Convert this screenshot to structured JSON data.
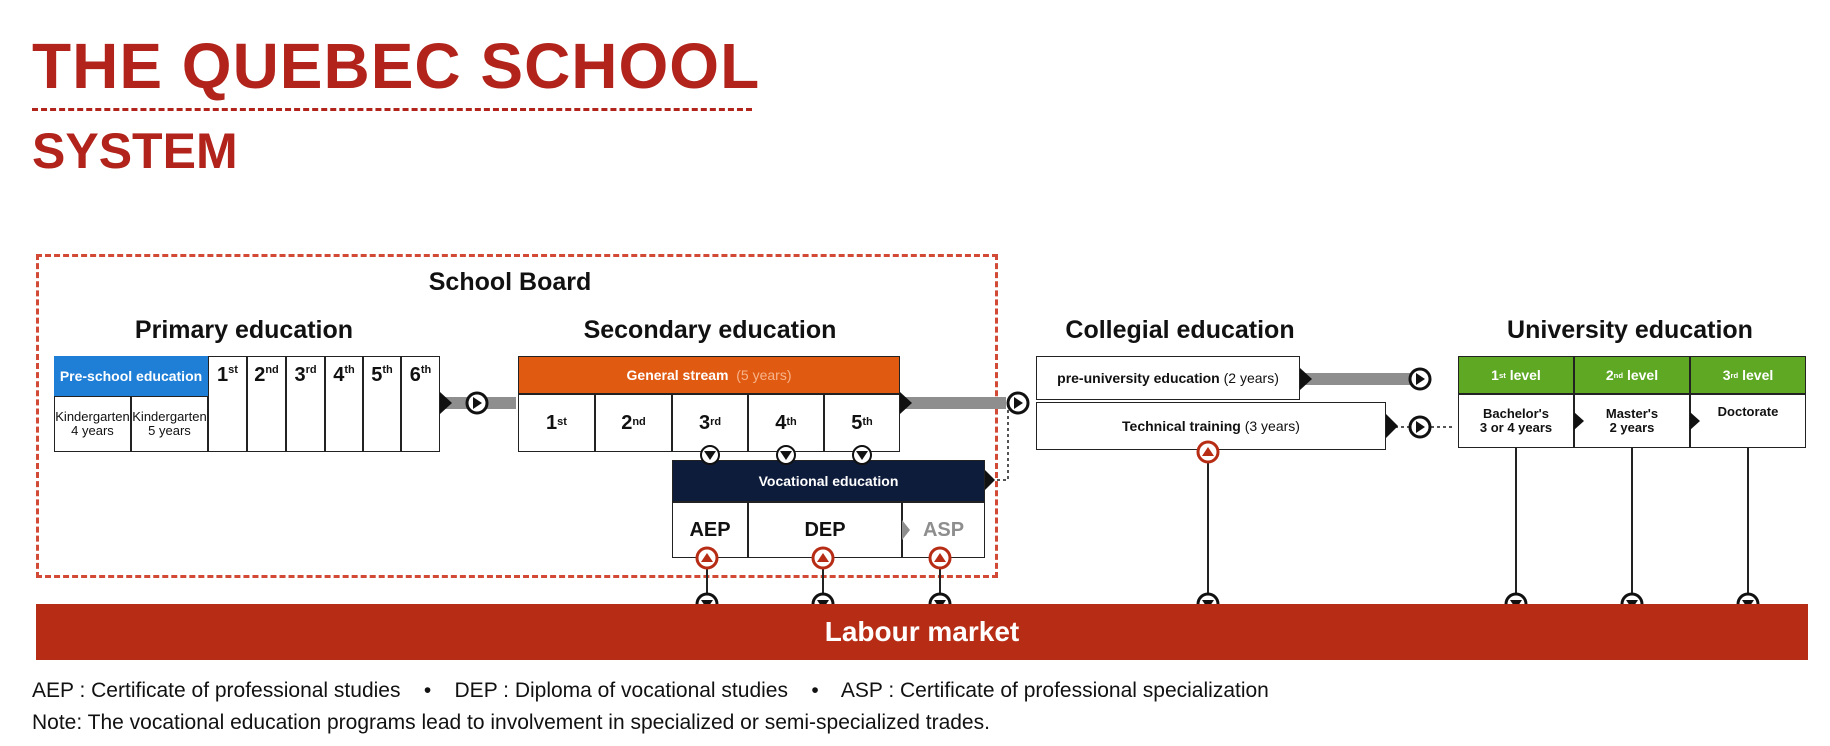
{
  "title": {
    "line1": "THE QUEBEC SCHOOL",
    "line2": "SYSTEM"
  },
  "school_board": {
    "label": "School Board"
  },
  "primary": {
    "heading": "Primary education",
    "preschool_label": "Pre-school education",
    "kindergarten": [
      {
        "name": "Kindergarten",
        "years": "4 years"
      },
      {
        "name": "Kindergarten",
        "years": "5 years"
      }
    ],
    "grades": [
      {
        "num": "1",
        "suffix": "st"
      },
      {
        "num": "2",
        "suffix": "nd"
      },
      {
        "num": "3",
        "suffix": "rd"
      },
      {
        "num": "4",
        "suffix": "th"
      },
      {
        "num": "5",
        "suffix": "th"
      },
      {
        "num": "6",
        "suffix": "th"
      }
    ]
  },
  "secondary": {
    "heading": "Secondary education",
    "general_stream": {
      "label": "General stream",
      "years": "(5 years)"
    },
    "grades": [
      {
        "num": "1",
        "suffix": "st"
      },
      {
        "num": "2",
        "suffix": "nd"
      },
      {
        "num": "3",
        "suffix": "rd"
      },
      {
        "num": "4",
        "suffix": "th"
      },
      {
        "num": "5",
        "suffix": "th"
      }
    ],
    "vocational": {
      "label": "Vocational education",
      "programs": [
        "AEP",
        "DEP",
        "ASP"
      ]
    }
  },
  "collegial": {
    "heading": "Collegial education",
    "pre_university": {
      "label": "pre-university education",
      "years": "(2 years)"
    },
    "technical": {
      "label": "Technical training",
      "years": "(3 years)"
    }
  },
  "university": {
    "heading": "University education",
    "levels": [
      {
        "num": "1",
        "suffix": "st",
        "word": "level",
        "degree": "Bachelor's",
        "years": "3 or 4 years"
      },
      {
        "num": "2",
        "suffix": "nd",
        "word": "level",
        "degree": "Master's",
        "years": "2 years"
      },
      {
        "num": "3",
        "suffix": "rd",
        "word": "level",
        "degree": "Doctorate",
        "years": ""
      }
    ]
  },
  "labour_market": {
    "label": "Labour market"
  },
  "footer": {
    "aep": "AEP : Certificate of professional studies",
    "dep": "DEP : Diploma of vocational studies",
    "asp": "ASP : Certificate of professional specialization",
    "bullet": "•",
    "note": "Note: The vocational education programs lead to involvement in specialized or semi-specialized trades."
  },
  "colors": {
    "title": "#b1231b",
    "preschool": "#1f7fd6",
    "general_stream": "#e05a12",
    "vocational": "#0e1c3c",
    "university_level": "#5ea824",
    "labour_market": "#b72c14"
  }
}
